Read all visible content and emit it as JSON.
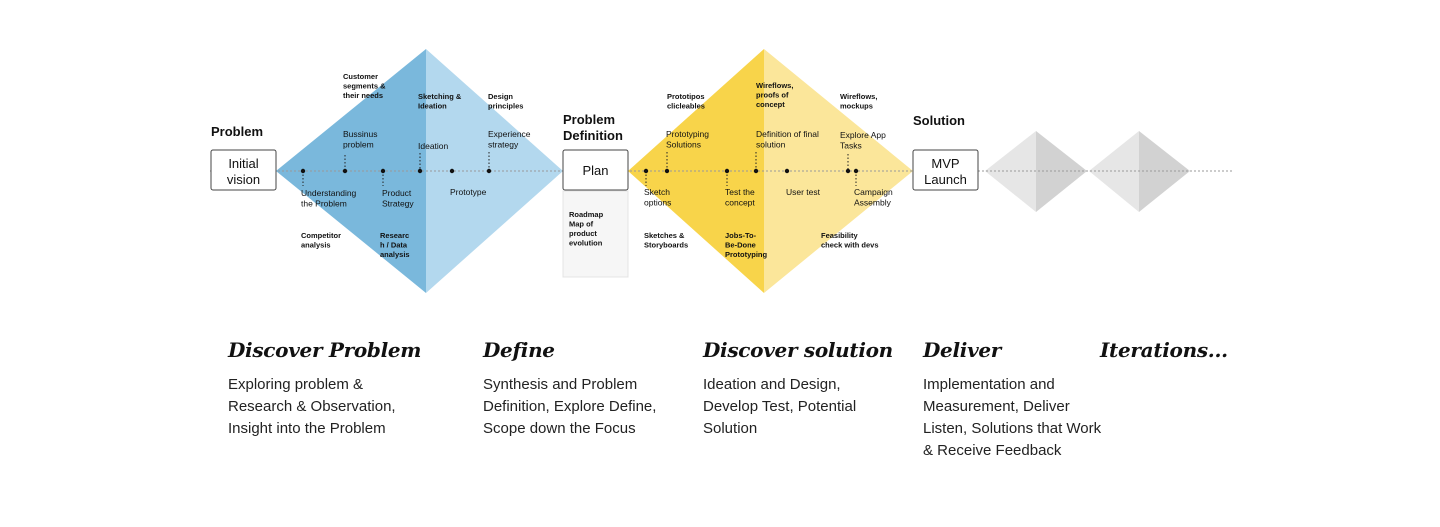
{
  "colors": {
    "blue_left": "#7ab8dc",
    "blue_right": "#b3d8ee",
    "yellow_left": "#f8d44a",
    "yellow_right": "#fbe69a",
    "gray_left": "#e6e6e6",
    "gray_right": "#d2d2d2",
    "line": "#999999"
  },
  "milestones": {
    "problem": {
      "heading": "Problem",
      "box": "Initial\nvision"
    },
    "definition": {
      "heading": "Problem\nDefinition",
      "box": "Plan",
      "card": "Roadmap\nMap of\nproduct\nevolution"
    },
    "solution": {
      "heading": "Solution",
      "box": "MVP\nLaunch"
    }
  },
  "labels": {
    "customer_segments": "Customer\nsegments &\ntheir needs",
    "bussinus_problem": "Bussinus\nproblem",
    "sketching_ideation": "Sketching &\nIdeation",
    "ideation": "Ideation",
    "design_principles": "Design\nprinciples",
    "experience_strategy": "Experience\nstrategy",
    "understanding": "Understanding\nthe Problem",
    "product_strategy": "Product\nStrategy",
    "prototype": "Prototype",
    "competitor": "Competitor\nanalysis",
    "research": "Researc\nh / Data\nanalysis",
    "prototipos": "Prototipos\nclicleables",
    "prototyping_solutions": "Prototyping\nSolutions",
    "wireflows_proofs": "Wireflows,\nproofs of\nconcept",
    "definition_final": "Definition of final\nsolution",
    "wireflows_mockups": "Wireflows,\nmockups",
    "explore_app": "Explore App\nTasks",
    "sketch_options": "Sketch\noptions",
    "test_concept": "Test the\nconcept",
    "user_test": "User test",
    "campaign": "Campaign\nAssembly",
    "sketches": "Sketches &\nStoryboards",
    "jobs": "Jobs-To-\nBe-Done\nPrototyping",
    "feasibility": "Feasibility\ncheck with devs"
  },
  "stages": [
    {
      "title": "Discover Problem",
      "desc": "Exploring problem &\nResearch & Observation,\nInsight into the Problem"
    },
    {
      "title": "Define",
      "desc": "Synthesis and Problem\nDefinition, Explore Define,\nScope down the Focus"
    },
    {
      "title": "Discover solution",
      "desc": "Ideation and Design,\nDevelop Test, Potential\nSolution"
    },
    {
      "title": "Deliver",
      "desc": "Implementation and\nMeasurement, Deliver\nListen, Solutions that Work\n& Receive Feedback"
    },
    {
      "title": "Iterations...",
      "desc": ""
    }
  ]
}
